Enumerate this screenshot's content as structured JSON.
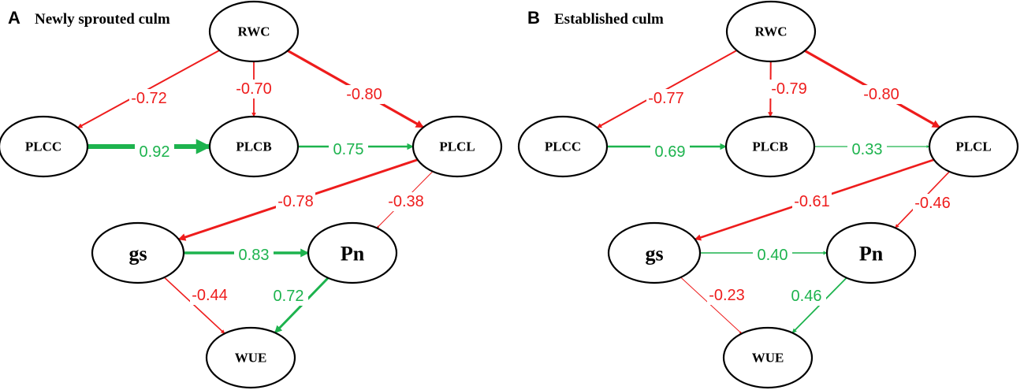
{
  "colors": {
    "positive": "#1db34e",
    "negative": "#ee1c1c",
    "node_stroke": "#000000"
  },
  "panels": [
    {
      "letter": "A",
      "title": "Newly sprouted culm",
      "nodes": [
        "RWC",
        "PLCC",
        "PLCB",
        "PLCL",
        "gs",
        "Pn",
        "WUE"
      ],
      "edges": [
        {
          "from": "RWC",
          "to": "PLCC",
          "coef": "-0.72",
          "sign": "negative"
        },
        {
          "from": "RWC",
          "to": "PLCB",
          "coef": "-0.70",
          "sign": "negative"
        },
        {
          "from": "RWC",
          "to": "PLCL",
          "coef": "-0.80",
          "sign": "negative"
        },
        {
          "from": "PLCC",
          "to": "PLCB",
          "coef": "0.92",
          "sign": "positive"
        },
        {
          "from": "PLCB",
          "to": "PLCL",
          "coef": "0.75",
          "sign": "positive"
        },
        {
          "from": "PLCL",
          "to": "gs",
          "coef": "-0.78",
          "sign": "negative"
        },
        {
          "from": "PLCL",
          "to": "Pn",
          "coef": "-0.38",
          "sign": "negative"
        },
        {
          "from": "gs",
          "to": "Pn",
          "coef": "0.83",
          "sign": "positive"
        },
        {
          "from": "gs",
          "to": "WUE",
          "coef": "-0.44",
          "sign": "negative"
        },
        {
          "from": "Pn",
          "to": "WUE",
          "coef": "0.72",
          "sign": "positive"
        }
      ]
    },
    {
      "letter": "B",
      "title": "Established culm",
      "nodes": [
        "RWC",
        "PLCC",
        "PLCB",
        "PLCL",
        "gs",
        "Pn",
        "WUE"
      ],
      "edges": [
        {
          "from": "RWC",
          "to": "PLCC",
          "coef": "-0.77",
          "sign": "negative"
        },
        {
          "from": "RWC",
          "to": "PLCB",
          "coef": "-0.79",
          "sign": "negative"
        },
        {
          "from": "RWC",
          "to": "PLCL",
          "coef": "-0.80",
          "sign": "negative"
        },
        {
          "from": "PLCC",
          "to": "PLCB",
          "coef": "0.69",
          "sign": "positive"
        },
        {
          "from": "PLCB",
          "to": "PLCL",
          "coef": "0.33",
          "sign": "positive"
        },
        {
          "from": "PLCL",
          "to": "gs",
          "coef": "-0.61",
          "sign": "negative"
        },
        {
          "from": "PLCL",
          "to": "Pn",
          "coef": "-0.46",
          "sign": "negative"
        },
        {
          "from": "gs",
          "to": "Pn",
          "coef": "0.40",
          "sign": "positive"
        },
        {
          "from": "gs",
          "to": "WUE",
          "coef": "-0.23",
          "sign": "negative"
        },
        {
          "from": "Pn",
          "to": "WUE",
          "coef": "0.46",
          "sign": "positive"
        }
      ]
    }
  ]
}
